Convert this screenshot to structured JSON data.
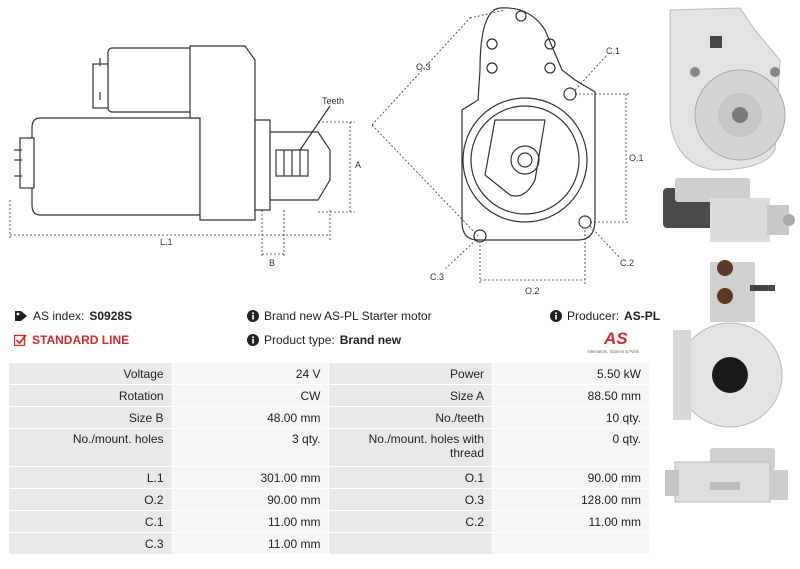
{
  "drawing_labels": {
    "teeth": "Teeth",
    "a": "A",
    "l1": "L.1",
    "b": "B",
    "o3": "O.3",
    "c1": "C.1",
    "o1": "O.1",
    "c3": "C.3",
    "c2": "C.2",
    "o2": "O.2"
  },
  "info": {
    "as_index_label": "AS index:",
    "as_index_value": "S0928S",
    "description": "Brand new AS-PL Starter motor",
    "producer_label": "Producer:",
    "producer_value": "AS-PL",
    "line": "STANDARD LINE",
    "product_type_label": "Product type:",
    "product_type_value": "Brand new",
    "logo_text": "AS",
    "logo_sub": "Alternators, Starters & Parts"
  },
  "specs": {
    "rows": [
      [
        {
          "label": "Voltage",
          "value": "24 V"
        },
        {
          "label": "Power",
          "value": "5.50 kW"
        }
      ],
      [
        {
          "label": "Rotation",
          "value": "CW"
        },
        {
          "label": "Size A",
          "value": "88.50 mm"
        }
      ],
      [
        {
          "label": "Size B",
          "value": "48.00 mm"
        },
        {
          "label": "No./teeth",
          "value": "10 qty."
        }
      ],
      [
        {
          "label": "No./mount. holes",
          "value": "3 qty."
        },
        {
          "label": "No./mount. holes with thread",
          "value": "0 qty."
        }
      ],
      [
        {
          "label": "L.1",
          "value": "301.00 mm"
        },
        {
          "label": "O.1",
          "value": "90.00 mm"
        }
      ],
      [
        {
          "label": "O.2",
          "value": "90.00 mm"
        },
        {
          "label": "O.3",
          "value": "128.00 mm"
        }
      ],
      [
        {
          "label": "C.1",
          "value": "11.00 mm"
        },
        {
          "label": "C.2",
          "value": "11.00 mm"
        }
      ],
      [
        {
          "label": "C.3",
          "value": "11.00 mm"
        },
        {
          "label": "",
          "value": ""
        }
      ]
    ]
  },
  "colors": {
    "accent_red": "#d42a2a",
    "table_label_bg": "#e9e9e9",
    "table_value_bg": "#f6f6f6"
  }
}
